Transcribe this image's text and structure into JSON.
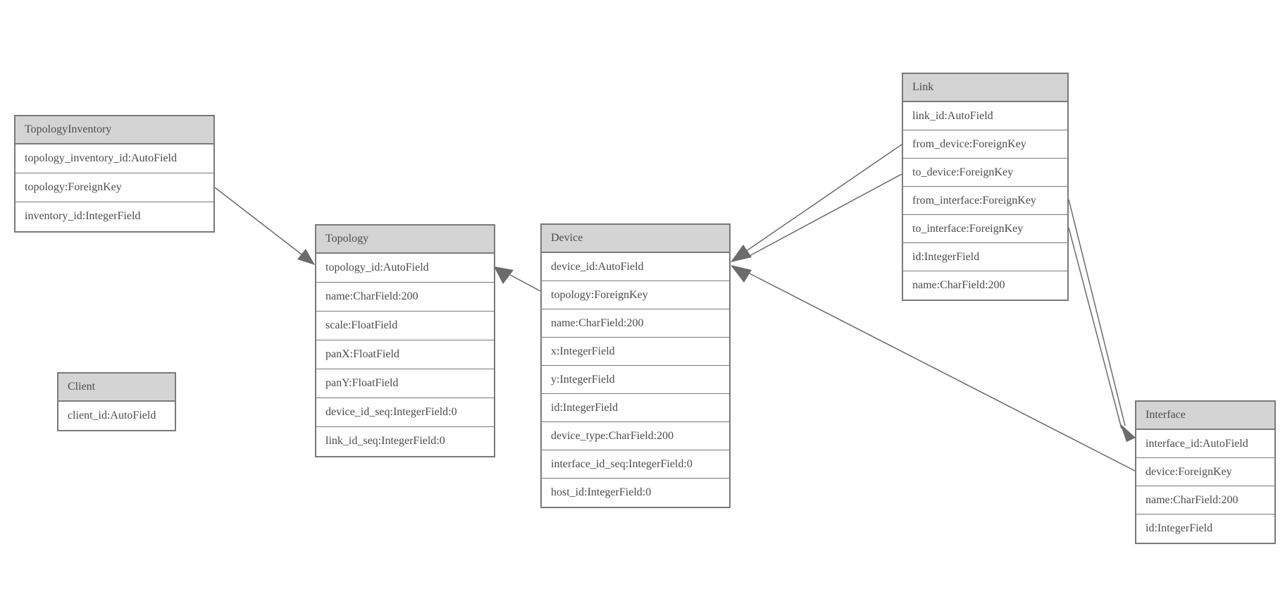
{
  "diagram_type": "model-schema-diagram",
  "colors": {
    "background": "#ffffff",
    "header_fill": "#d4d4d4",
    "border": "#7a7a7a",
    "text": "#4c4c4c",
    "edge_line": "#6b6b6b",
    "arrowhead_fill": "#6b6b6b"
  },
  "entities": {
    "topology_inventory": {
      "title": "TopologyInventory",
      "rows": [
        "topology_inventory_id:AutoField",
        "topology:ForeignKey",
        "inventory_id:IntegerField"
      ]
    },
    "topology": {
      "title": "Topology",
      "rows": [
        "topology_id:AutoField",
        "name:CharField:200",
        "scale:FloatField",
        "panX:FloatField",
        "panY:FloatField",
        "device_id_seq:IntegerField:0",
        "link_id_seq:IntegerField:0"
      ]
    },
    "client": {
      "title": "Client",
      "rows": [
        "client_id:AutoField"
      ]
    },
    "device": {
      "title": "Device",
      "rows": [
        "device_id:AutoField",
        "topology:ForeignKey",
        "name:CharField:200",
        "x:IntegerField",
        "y:IntegerField",
        "id:IntegerField",
        "device_type:CharField:200",
        "interface_id_seq:IntegerField:0",
        "host_id:IntegerField:0"
      ]
    },
    "link": {
      "title": "Link",
      "rows": [
        "link_id:AutoField",
        "from_device:ForeignKey",
        "to_device:ForeignKey",
        "from_interface:ForeignKey",
        "to_interface:ForeignKey",
        "id:IntegerField",
        "name:CharField:200"
      ]
    },
    "interface": {
      "title": "Interface",
      "rows": [
        "interface_id:AutoField",
        "device:ForeignKey",
        "name:CharField:200",
        "id:IntegerField"
      ]
    }
  },
  "relationships": [
    {
      "from": "TopologyInventory.topology",
      "to": "Topology"
    },
    {
      "from": "Device.topology",
      "to": "Topology"
    },
    {
      "from": "Link.from_device",
      "to": "Device"
    },
    {
      "from": "Link.to_device",
      "to": "Device"
    },
    {
      "from": "Interface.device",
      "to": "Device"
    },
    {
      "from": "Link.from_interface",
      "to": "Interface"
    },
    {
      "from": "Link.to_interface",
      "to": "Interface"
    }
  ]
}
